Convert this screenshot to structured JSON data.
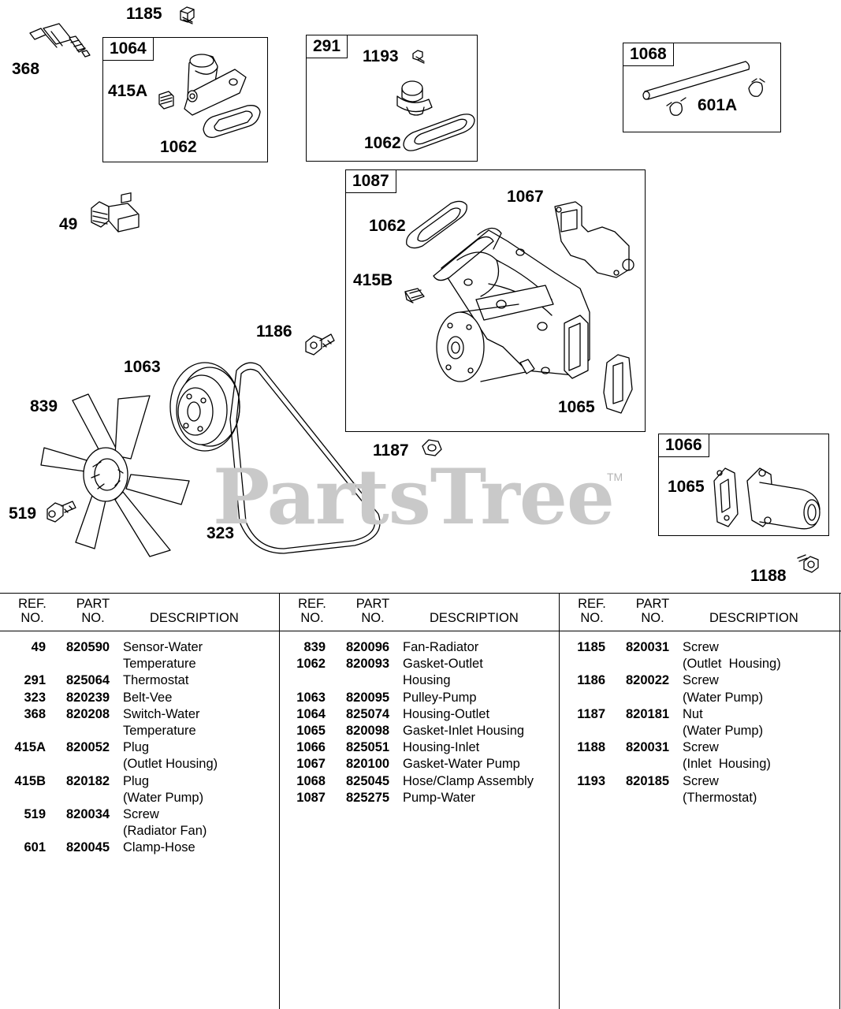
{
  "callouts": {
    "c1185a": "1185",
    "c368": "368",
    "c1064": "1064",
    "c415A": "415A",
    "c1062a": "1062",
    "c291": "291",
    "c1193": "1193",
    "c1062b": "1062",
    "c1068": "1068",
    "c601A": "601A",
    "c1087": "1087",
    "c1067": "1067",
    "c1062c": "1062",
    "c415B": "415B",
    "c1065a": "1065",
    "c49": "49",
    "c1186": "1186",
    "c1063": "1063",
    "c839": "839",
    "c519": "519",
    "c323": "323",
    "c1187": "1187",
    "c1066": "1066",
    "c1065b": "1065",
    "c1188": "1188"
  },
  "watermark": {
    "text": "PartsTree",
    "tm": "TM"
  },
  "table": {
    "headers": {
      "ref": [
        "REF.",
        "NO."
      ],
      "part": [
        "PART",
        "NO."
      ],
      "desc": "DESCRIPTION"
    },
    "columns": [
      [
        {
          "ref": "49",
          "part": "820590",
          "desc": [
            "Sensor-Water",
            "Temperature"
          ]
        },
        {
          "ref": "291",
          "part": "825064",
          "desc": [
            "Thermostat"
          ]
        },
        {
          "ref": "323",
          "part": "820239",
          "desc": [
            "Belt-Vee"
          ]
        },
        {
          "ref": "368",
          "part": "820208",
          "desc": [
            "Switch-Water",
            "Temperature"
          ]
        },
        {
          "ref": "415A",
          "part": "820052",
          "desc": [
            "Plug",
            "(Outlet Housing)"
          ]
        },
        {
          "ref": "415B",
          "part": "820182",
          "desc": [
            "Plug",
            "(Water Pump)"
          ]
        },
        {
          "ref": "519",
          "part": "820034",
          "desc": [
            "Screw",
            "(Radiator Fan)"
          ]
        },
        {
          "ref": "601",
          "part": "820045",
          "desc": [
            "Clamp-Hose"
          ]
        }
      ],
      [
        {
          "ref": "839",
          "part": "820096",
          "desc": [
            "Fan-Radiator"
          ]
        },
        {
          "ref": "1062",
          "part": "820093",
          "desc": [
            "Gasket-Outlet",
            "Housing"
          ]
        },
        {
          "ref": "1063",
          "part": "820095",
          "desc": [
            "Pulley-Pump"
          ]
        },
        {
          "ref": "1064",
          "part": "825074",
          "desc": [
            "Housing-Outlet"
          ]
        },
        {
          "ref": "1065",
          "part": "820098",
          "desc": [
            "Gasket-Inlet Housing"
          ]
        },
        {
          "ref": "1066",
          "part": "825051",
          "desc": [
            "Housing-Inlet"
          ]
        },
        {
          "ref": "1067",
          "part": "820100",
          "desc": [
            "Gasket-Water Pump"
          ]
        },
        {
          "ref": "1068",
          "part": "825045",
          "desc": [
            "Hose/Clamp Assembly"
          ]
        },
        {
          "ref": "1087",
          "part": "825275",
          "desc": [
            "Pump-Water"
          ]
        }
      ],
      [
        {
          "ref": "1185",
          "part": "820031",
          "desc": [
            "Screw",
            "(Outlet  Housing)"
          ]
        },
        {
          "ref": "1186",
          "part": "820022",
          "desc": [
            "Screw",
            "(Water Pump)"
          ]
        },
        {
          "ref": "1187",
          "part": "820181",
          "desc": [
            "Nut",
            "(Water Pump)"
          ]
        },
        {
          "ref": "1188",
          "part": "820031",
          "desc": [
            "Screw",
            "(Inlet  Housing)"
          ]
        },
        {
          "ref": "1193",
          "part": "820185",
          "desc": [
            "Screw",
            "(Thermostat)"
          ]
        }
      ]
    ]
  }
}
